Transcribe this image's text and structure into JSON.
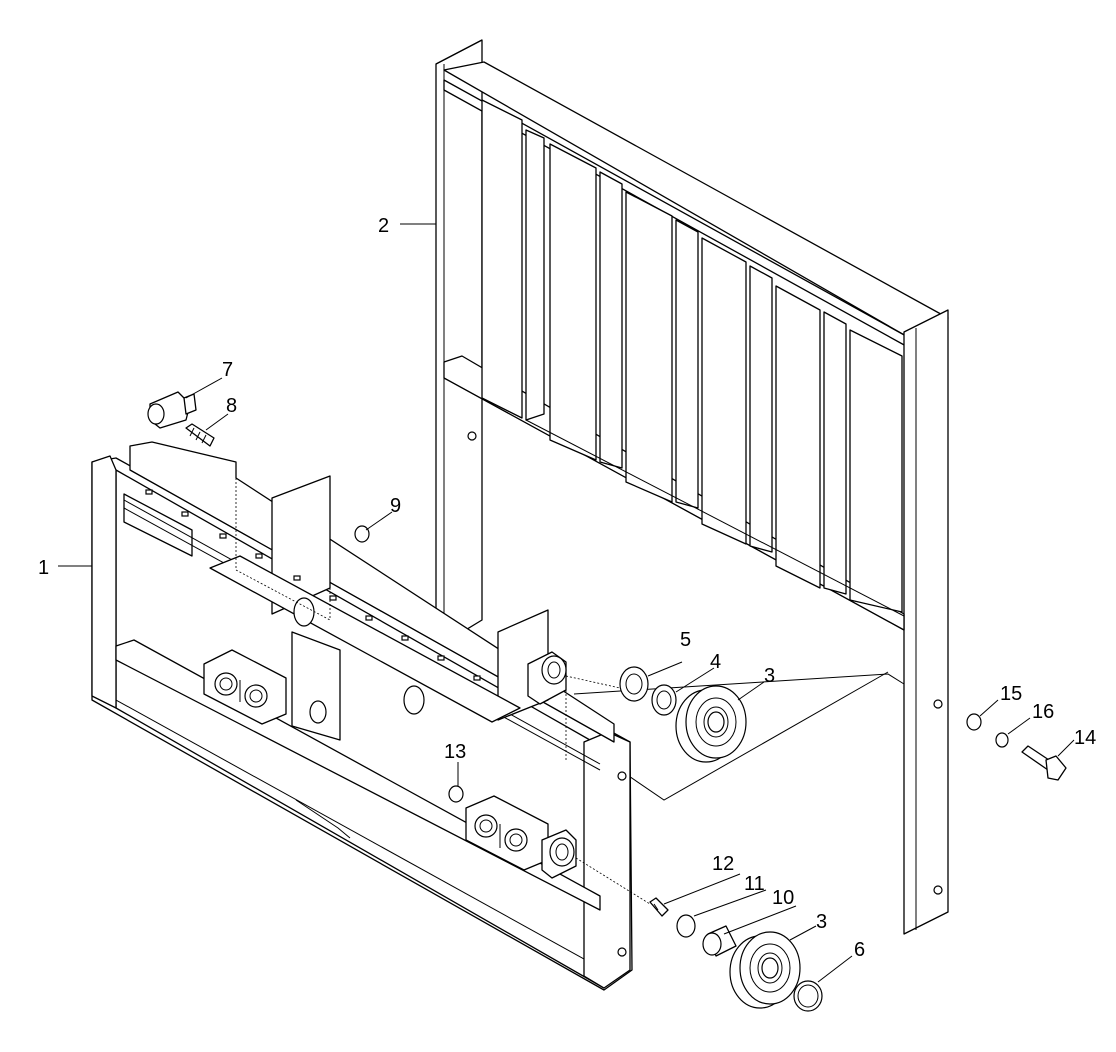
{
  "diagram": {
    "type": "exploded-parts-view",
    "line_color": "#000000",
    "background": "#ffffff",
    "callouts": [
      {
        "id": "c1",
        "label": "1"
      },
      {
        "id": "c2",
        "label": "2"
      },
      {
        "id": "c3a",
        "label": "3"
      },
      {
        "id": "c3b",
        "label": "3"
      },
      {
        "id": "c4",
        "label": "4"
      },
      {
        "id": "c5",
        "label": "5"
      },
      {
        "id": "c6",
        "label": "6"
      },
      {
        "id": "c7",
        "label": "7"
      },
      {
        "id": "c8",
        "label": "8"
      },
      {
        "id": "c9",
        "label": "9"
      },
      {
        "id": "c10",
        "label": "10"
      },
      {
        "id": "c11",
        "label": "11"
      },
      {
        "id": "c12",
        "label": "12"
      },
      {
        "id": "c13",
        "label": "13"
      },
      {
        "id": "c14",
        "label": "14"
      },
      {
        "id": "c15",
        "label": "15"
      },
      {
        "id": "c16",
        "label": "16"
      }
    ]
  }
}
